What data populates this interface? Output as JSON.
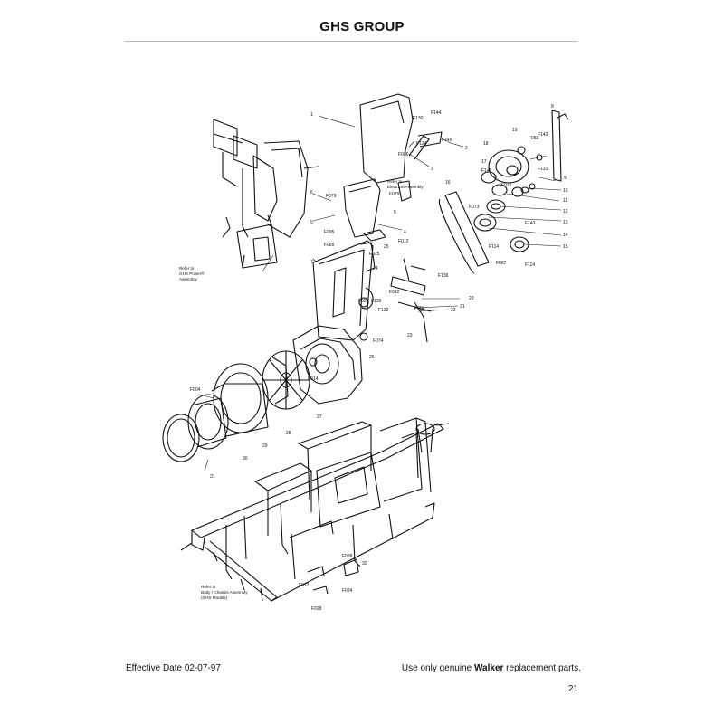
{
  "header": {
    "title": "GHS GROUP"
  },
  "callouts": {
    "n1": "1",
    "n2": "2",
    "n3": "3",
    "n4": "4",
    "n5a": "5",
    "n5b": "5",
    "n6": "6",
    "n7": "7",
    "n8": "8",
    "n9": "9",
    "n10": "10",
    "n11": "11",
    "n12": "12",
    "n13": "13",
    "n14": "14",
    "n15": "15",
    "n16": "16",
    "n17": "17",
    "n18": "18",
    "n19": "19",
    "n20": "20",
    "n21": "21",
    "n22": "22",
    "n23": "23",
    "n24": "24",
    "n25": "25",
    "n26": "26",
    "n27": "27",
    "n28": "28",
    "n29": "29",
    "n30": "30",
    "n31": "31",
    "n32": "32",
    "f130": "F130",
    "f144": "F144",
    "f145": "F145",
    "f124": "F124",
    "f086": "F086",
    "f142": "F142",
    "f083": "F083",
    "f131": "F131",
    "f146": "F146",
    "f070": "F070",
    "f073": "F073",
    "f079a": "F079",
    "f079b": "F079",
    "f143": "F143",
    "f114a": "F114",
    "f114b": "F114",
    "f087": "F087",
    "f095": "F095",
    "f085": "F085",
    "f025": "F025",
    "f012a": "F012",
    "f012b": "F012",
    "f012c": "F012",
    "f136": "F136",
    "f032": "F032",
    "f132": "F132",
    "f139": "F139",
    "f004a": "F004",
    "f004b": "F004",
    "f074": "F074",
    "f014": "F014",
    "f088": "F088",
    "f024": "F024",
    "f028": "F028"
  },
  "notes": {
    "electrical_l1": "Refer to",
    "electrical_l2": "Electrical Assembly",
    "power_l1": "Refer to",
    "power_l2": "GHS Power®",
    "power_l3": "Assembly",
    "body_l1": "Refer to",
    "body_l2": "Body / Chassis Assembly",
    "body_l3": "(GHS Models)"
  },
  "footer": {
    "effective_date": "Effective Date 02-07-97",
    "notice_pre": "Use only genuine",
    "notice_brand": "Walker",
    "notice_post": "replacement parts.",
    "page_number": "21"
  }
}
